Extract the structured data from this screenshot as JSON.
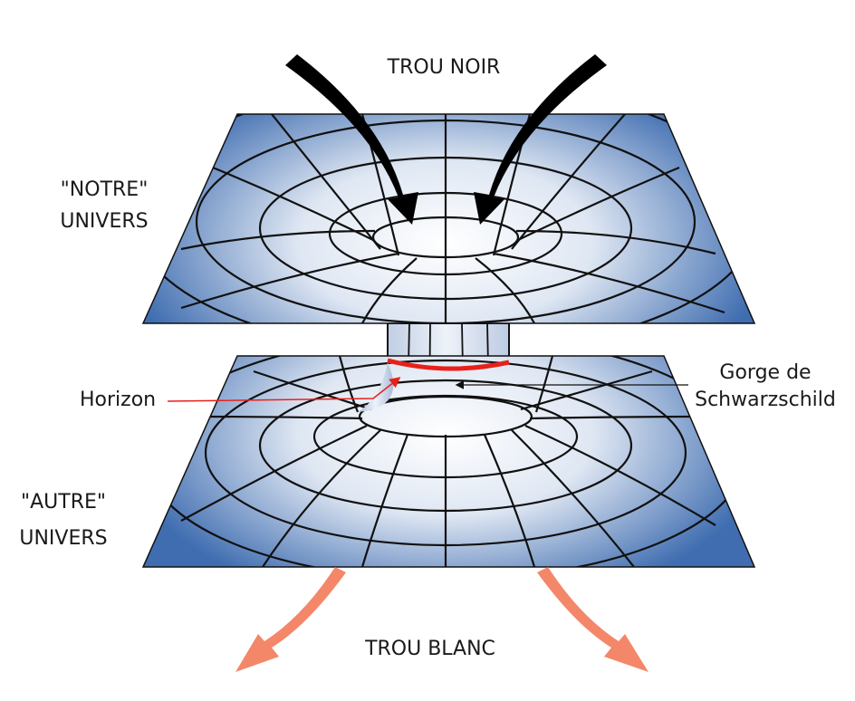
{
  "labels": {
    "top": "TROU NOIR",
    "bottom": "TROU BLANC",
    "our_universe_1": "\"NOTRE\"",
    "our_universe_2": "UNIVERS",
    "other_universe_1": "\"AUTRE\"",
    "other_universe_2": "UNIVERS",
    "horizon": "Horizon",
    "throat_1": "Gorge de",
    "throat_2": "Schwarzschild"
  },
  "colors": {
    "plane_edge": "#3f6db0",
    "plane_center": "#ffffff",
    "grid": "#111111",
    "horizon": "#e8201a",
    "outflow_arrow": "#f4876a",
    "inflow_arrow": "#000000"
  }
}
